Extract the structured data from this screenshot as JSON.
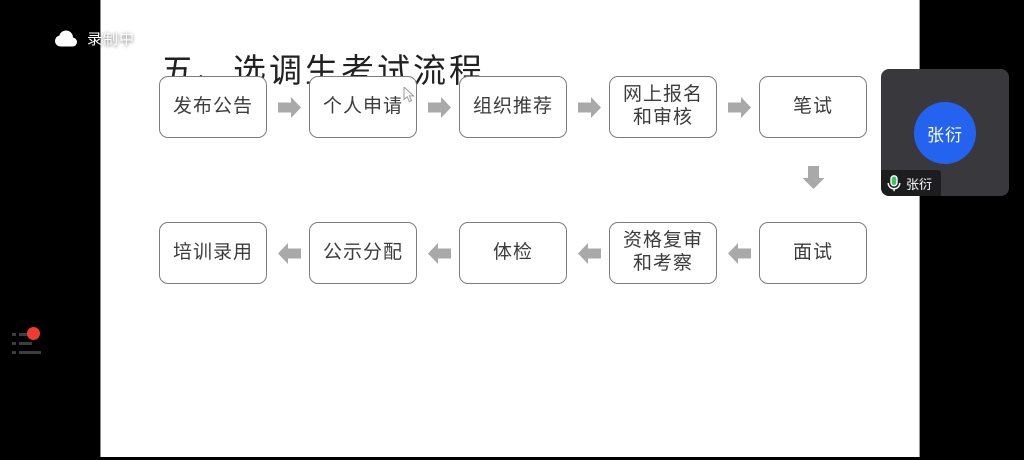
{
  "recording_indicator": {
    "label": "录制中",
    "icon": "cloud"
  },
  "slide": {
    "title": "五、选调生考试流程",
    "flowchart": {
      "row1": [
        {
          "label": "发布公告"
        },
        {
          "label": "个人申请"
        },
        {
          "label": "组织推荐"
        },
        {
          "label": "网上报名\n和审核"
        },
        {
          "label": "笔试"
        }
      ],
      "row2": [
        {
          "label": "培训录用"
        },
        {
          "label": "公示分配"
        },
        {
          "label": "体检"
        },
        {
          "label": "资格复审\n和考察"
        },
        {
          "label": "面试"
        }
      ]
    }
  },
  "participant_tile": {
    "avatar_text": "张衍",
    "name_label": "张衍",
    "mic_icon": "microphone-on"
  },
  "floating_panel": {
    "icon": "chat-list",
    "badge": "notification-dot"
  },
  "colors": {
    "background": "#000000",
    "slide_bg": "#ffffff",
    "box_border": "#7d7d7d",
    "box_text": "#3c3c3c",
    "arrow_gray": "#a9a9a9",
    "avatar_blue": "#2363f0",
    "mic_green": "#3bc75e",
    "badge_red": "#f03b30"
  }
}
